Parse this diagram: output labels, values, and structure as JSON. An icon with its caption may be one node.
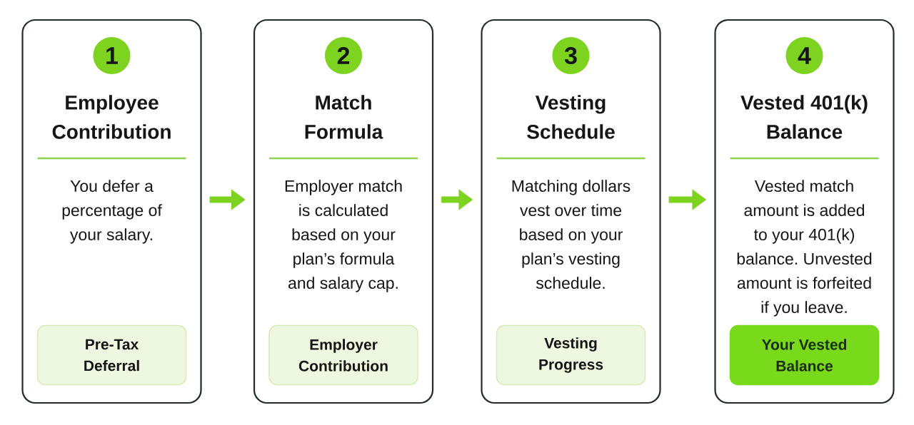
{
  "diagram": {
    "nodes": [
      {
        "text": [
          "Employee Contribution",
          "You defer a percentage of your salary."
        ]
      },
      {
        "text": [
          "1"
        ],
        "in": 0
      },
      {
        "text": [
          "Pre-Tax Deferral"
        ],
        "in": 0
      },
      {
        "text": [
          "Match Formula",
          "Employer match is calculated based on your plan’s formula and salary cap."
        ]
      },
      {
        "text": [
          "2"
        ],
        "in": 3
      },
      {
        "text": [
          "Employer Contribution"
        ],
        "in": 3
      },
      {
        "text": [
          "Vesting Schedule",
          "Matching dollars vest over time based on your plan’s vesting schedule."
        ]
      },
      {
        "text": [
          "3"
        ],
        "in": 6
      },
      {
        "text": [
          "Vesting Progress"
        ],
        "in": 6
      },
      {
        "text": [
          "Vested 401(k) Balance",
          "Vested match amount is added to your 401(k) balance. Unvested amount is forfeited if you leave."
        ]
      },
      {
        "text": [
          "4"
        ],
        "in": 9
      },
      {
        "text": [
          "Your Vested Balance"
        ],
        "in": 9
      }
    ],
    "edges": [
      {
        "from": 0,
        "to": 3,
        "arrow": "to"
      },
      {
        "from": 3,
        "to": 6,
        "arrow": "to"
      },
      {
        "from": 6,
        "to": 9,
        "arrow": "to"
      }
    ]
  }
}
